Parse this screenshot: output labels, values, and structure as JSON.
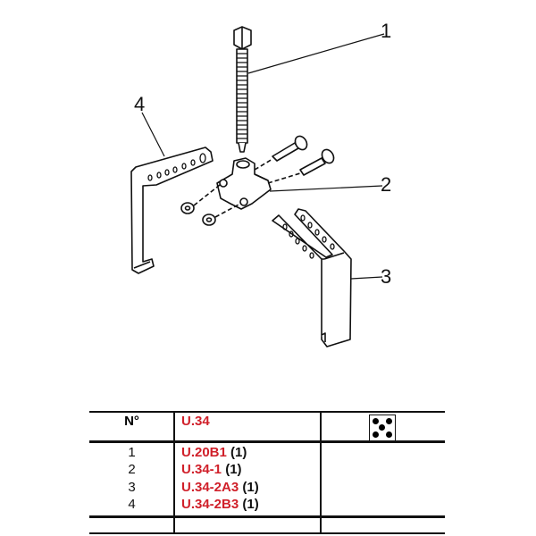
{
  "diagram": {
    "callouts": [
      "1",
      "2",
      "3",
      "4"
    ]
  },
  "table": {
    "header": {
      "number_label": "N°",
      "set_code": "U.34",
      "icon": "dice-five-icon"
    },
    "rows": [
      {
        "number": "1",
        "code": "U.20B1",
        "qty": "(1)"
      },
      {
        "number": "2",
        "code": "U.34-1",
        "qty": "(1)"
      },
      {
        "number": "3",
        "code": "U.34-2A3",
        "qty": "(1)"
      },
      {
        "number": "4",
        "code": "U.34-2B3",
        "qty": "(1)"
      }
    ]
  },
  "colors": {
    "code_red": "#d0202a",
    "line": "#111111"
  }
}
